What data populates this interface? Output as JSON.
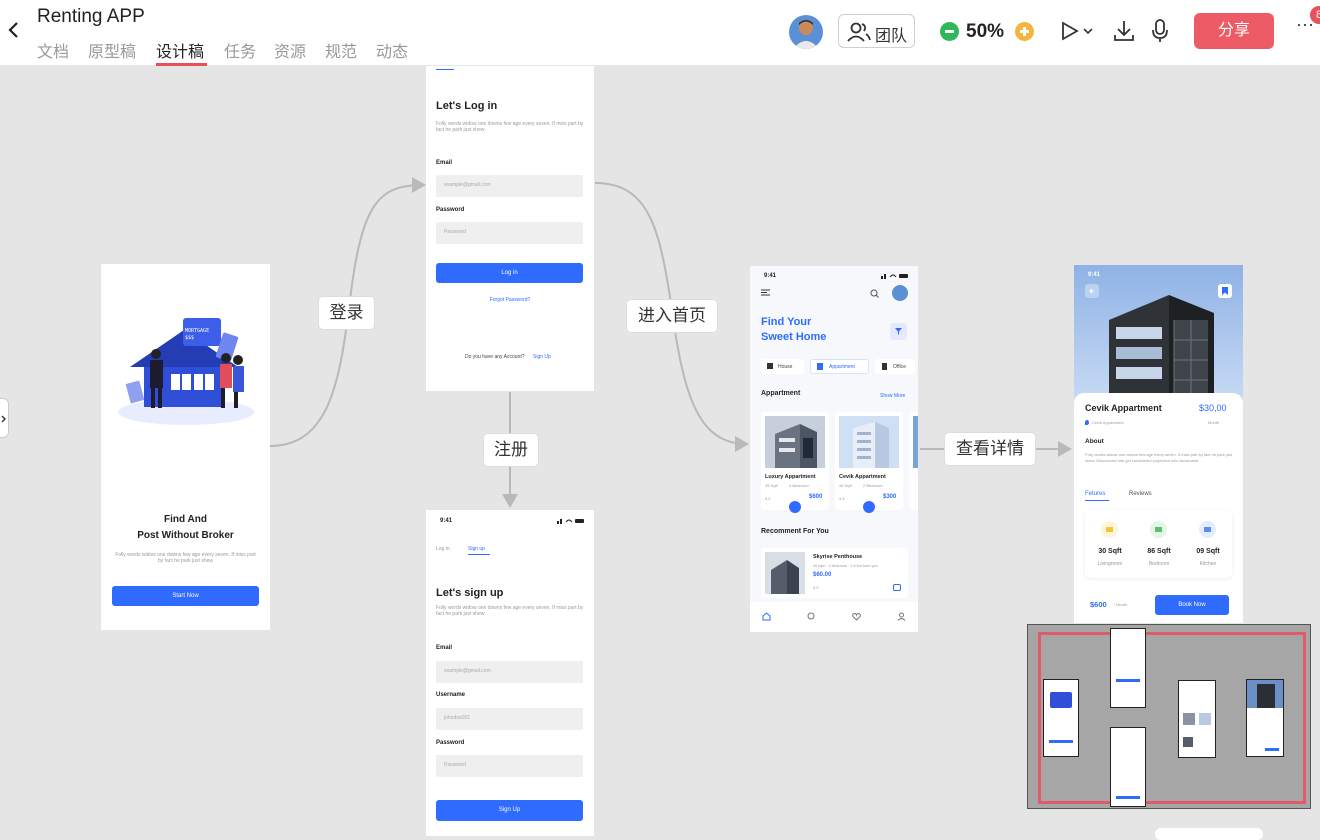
{
  "app": {
    "title": "Renting APP"
  },
  "tabs": [
    {
      "label": "文档"
    },
    {
      "label": "原型稿"
    },
    {
      "label": "设计稿"
    },
    {
      "label": "任务"
    },
    {
      "label": "资源"
    },
    {
      "label": "规范"
    },
    {
      "label": "动态"
    }
  ],
  "toolbar": {
    "team_label": "团队",
    "zoom": "50%",
    "share_label": "分享",
    "more_label": "···",
    "notification_count": "8"
  },
  "flow_labels": {
    "login": "登录",
    "signup": "注册",
    "home": "进入首页",
    "detail": "查看详情"
  },
  "onboarding": {
    "sign_text": "MORTGAGE\n$$$",
    "heading_line1": "Find And",
    "heading_line2": "Post Without Broker",
    "body": "Folly words widow one downs few age every seven. If miss part by fact he park just shew",
    "button": "Start Now"
  },
  "login": {
    "title": "Let's Log in",
    "body": "Folly words widow one downs few age every seven. If miss part by fact he park just shew",
    "email_label": "Email",
    "email_placeholder": "example@gmail.com",
    "password_label": "Password",
    "password_placeholder": "Password",
    "button": "Log in",
    "forgot": "Forgot Password?",
    "no_account": "Do you have any Account?",
    "signup_link": "Sign Up"
  },
  "signup": {
    "time": "9:41",
    "tab_login": "Log in",
    "tab_signup": "Sign up",
    "title": "Let's sign up",
    "body": "Folly words widow one downs few age every seven. If miss part by fact he park just shew",
    "email_label": "Email",
    "email_placeholder": "example@gmail.com",
    "username_label": "Username",
    "username_placeholder": "johndoe001",
    "password_label": "Password",
    "password_placeholder": "Password",
    "button": "Sign Up"
  },
  "home": {
    "time": "9:41",
    "title_line1": "Find Your",
    "title_line2": "Sweet Home",
    "chips": [
      "House",
      "Appartment",
      "Office"
    ],
    "section": "Appartment",
    "show_more": "Show More",
    "cards": [
      {
        "name": "Luxury Appartment",
        "meta1": "35 Sqft",
        "meta2": "4 Bedroom",
        "rating": "5.0",
        "price": "$600"
      },
      {
        "name": "Cevik Appartment",
        "meta1": "45 Sqft",
        "meta2": "2 Bedroom",
        "rating": "4.5",
        "price": "$300"
      }
    ],
    "recommend": "Recomment For You",
    "rec_name": "Skyrise Penthouse",
    "rec_meta": "40 sqm · 2 bedroom · 1.8 km from you",
    "rec_price": "$60.00",
    "rec_rating": "5.0"
  },
  "detail": {
    "time": "9:41",
    "name": "Cevik Appartment",
    "price": "$30,00",
    "location": "Cevik Appartment",
    "period": "Month",
    "about": "About",
    "about_text": "Folly words widow one downs few age every seven. If miss part by fact he park just shew. Discovered had get considered projection who favourable.",
    "tab_features": "Fetures",
    "tab_reviews": "Reviews",
    "features": [
      {
        "value": "30 Sqft",
        "label": "Livingroom"
      },
      {
        "value": "86 Sqft",
        "label": "Bedroom"
      },
      {
        "value": "09 Sqft",
        "label": "Kitchen"
      }
    ],
    "footer_price": "$600",
    "footer_period": "/ Month",
    "book": "Book Now"
  }
}
